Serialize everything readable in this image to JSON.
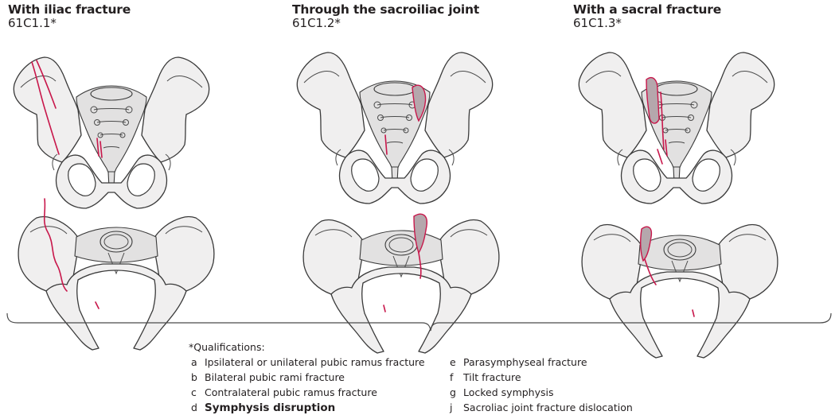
{
  "columns": [
    {
      "title": "With iliac fracture",
      "code": "61C1.1*"
    },
    {
      "title": "Through the sacroiliac joint",
      "code": "61C1.2*"
    },
    {
      "title": "With a sacral fracture",
      "code": "61C1.3*"
    }
  ],
  "qualifications": {
    "title": "*Qualifications:",
    "left": [
      {
        "letter": "a",
        "text": "Ipsilateral or unilateral pubic ramus fracture"
      },
      {
        "letter": "b",
        "text": "Bilateral pubic rami fracture"
      },
      {
        "letter": "c",
        "text": "Contralateral pubic ramus fracture"
      },
      {
        "letter": "d",
        "text": "Symphysis disruption"
      }
    ],
    "right": [
      {
        "letter": "e",
        "text": "Parasymphyseal fracture"
      },
      {
        "letter": "f",
        "text": "Tilt fracture"
      },
      {
        "letter": "g",
        "text": "Locked symphysis"
      },
      {
        "letter": "j",
        "text": "Sacroliac joint fracture dislocation"
      }
    ]
  },
  "colors": {
    "fracture": "#c8174b",
    "bone": "#f0efef",
    "outline": "#3a3a3a"
  }
}
